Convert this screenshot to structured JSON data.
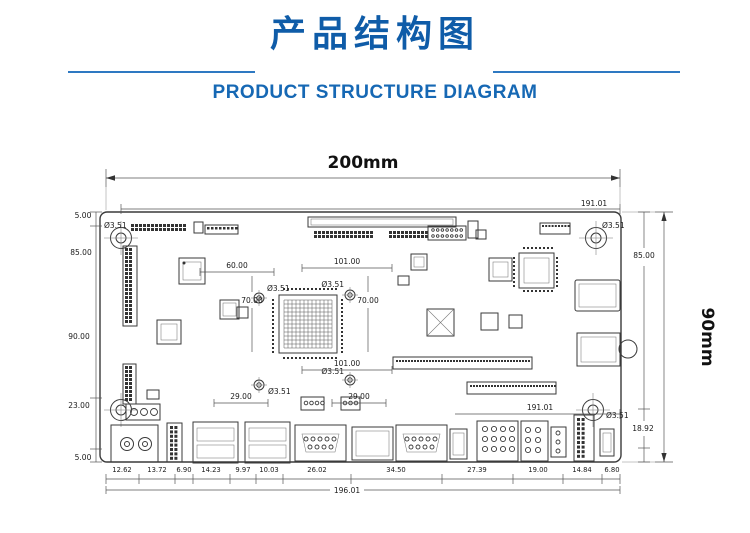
{
  "header": {
    "title_cn": "产品结构图",
    "title_en": "PRODUCT STRUCTURE DIAGRAM"
  },
  "theme": {
    "accent_blue": "#0f5ca8",
    "rule_blue": "#2e79c2",
    "drawing_ink": "#3a3a3a"
  },
  "diagram": {
    "overall_width": "200mm",
    "overall_height": "90mm",
    "labels": {
      "hole_dia": "Ø3.51",
      "top_offset": "5.00",
      "top_right_span": "191.01",
      "left_upper": "85.00",
      "left_height": "90.00",
      "left_lower": "23.00",
      "left_bottom_offset": "5.00",
      "right_upper": "85.00",
      "right_lower": "18.92",
      "inner_width_left": "60.00",
      "inner_width_center": "101.00",
      "inner_height_left": "70.00",
      "inner_height_right": "70.00",
      "inner_width_lower": "101.00",
      "inner_left_span": "29.00",
      "inner_right_span": "29.00",
      "bottom_right_span": "191.01"
    },
    "bottom_chain": [
      "12.62",
      "13.72",
      "6.90",
      "14.23",
      "9.97",
      "10.03",
      "26.02",
      "34.50",
      "27.39",
      "19.00",
      "14.84",
      "6.80"
    ],
    "bottom_total": "196.01"
  }
}
